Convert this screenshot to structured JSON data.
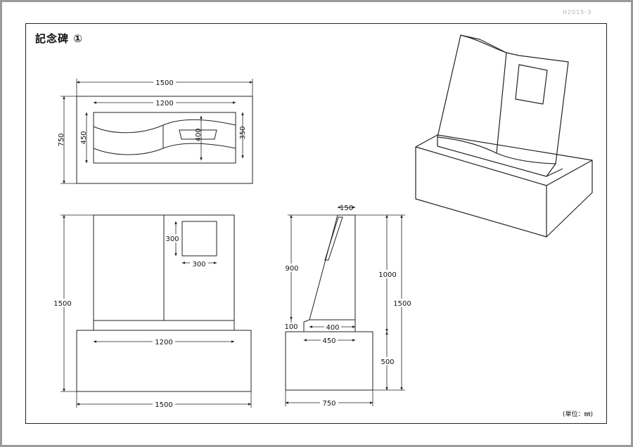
{
  "title": "記念碑 ①",
  "doc_id": "H2015-3",
  "unit_note": "(単位：㎜)",
  "top_view": {
    "width_outer": "1500",
    "depth_outer": "750",
    "width_inner": "1200",
    "depth_inner": "450",
    "plate": "400",
    "right_depth": "350"
  },
  "front_view": {
    "height": "1500",
    "plate_h": "300",
    "plate_w": "300",
    "stone_w": "1200",
    "base_w": "1500"
  },
  "side_view": {
    "top_thick": "150",
    "slant_h": "900",
    "lower_h": "100",
    "slant_depth": "400",
    "stone_depth": "450",
    "upper_h": "1000",
    "total_h": "1500",
    "base_h": "500",
    "base_depth": "750"
  },
  "colors": {
    "line": "#222222",
    "background": "#ffffff",
    "border": "#9a9a9a"
  }
}
